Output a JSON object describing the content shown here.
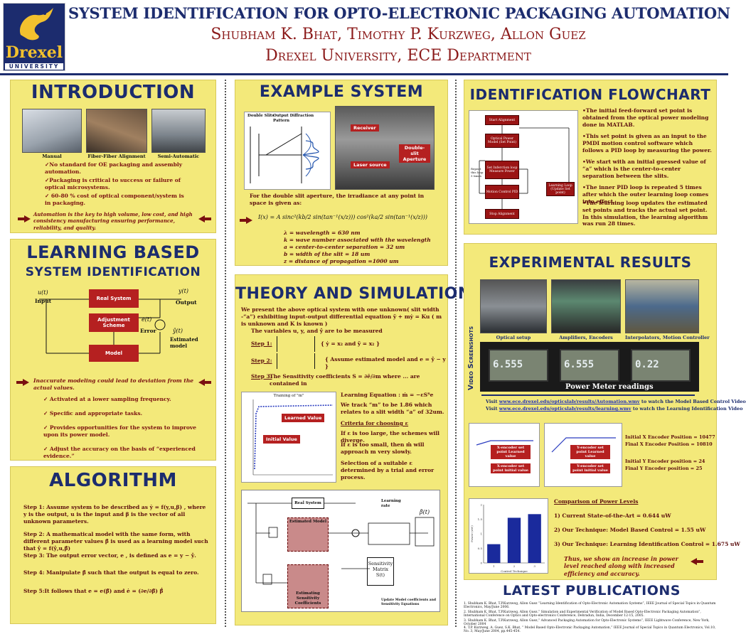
{
  "header": {
    "logo_word": "Drexel",
    "logo_sub": "UNIVERSITY",
    "title": "SYSTEM IDENTIFICATION FOR OPTO-ELECTRONIC PACKAGING AUTOMATION",
    "authors": "Shubham K. Bhat, Timothy P. Kurzweg, Allon Guez",
    "affiliation": "Drexel University, ECE Department"
  },
  "intro": {
    "title": "INTRODUCTION",
    "captions": [
      "Manual",
      "Fiber-Fiber Alignment",
      "Semi-Automatic"
    ],
    "bullets": [
      "✓No standard for OE packaging and assembly automation.",
      "✓Packaging is critical to success or failure of optical microsystems.",
      "✓ 60-80 % cost of optical component/system is in packaging."
    ],
    "note": "Automation is the key to high volume, low cost, and high consistency manufacturing ensuring performance, reliability, and quality."
  },
  "learning": {
    "title1": "LEARNING BASED",
    "title2": "SYSTEM IDENTIFICATION",
    "u_label": "u(t)",
    "input_label": "Input",
    "y_label": "y(t)",
    "output_label": "Output",
    "real_system": "Real System",
    "adjustment": "Adjustment Scheme",
    "e_label": "e(t)",
    "error_label": "Error",
    "yhat_label": "ŷ(t)",
    "estimated_label": "Estimated model",
    "model": "Model",
    "note": "Inaccurate modeling could lead to deviation from the actual values.",
    "bullets": [
      "✓ Activated at a lower sampling frequency.",
      "✓ Specific and appropriate tasks.",
      "✓ Provides opportunities for the system to improve upon its power model.",
      "✓ Adjust the accuracy on the basis of “experienced evidence.”"
    ]
  },
  "algorithm": {
    "title": "ALGORITHM",
    "step1": "Step 1: Assume system to be described as ẏ = f(y,u,β) , where y is the output, u is the input and β is the vector of all unknown parameters.",
    "step2": "Step 2: A mathematical model with the same form, with different parameter values β̂ is used as a learning model such that ŷ = f(ŷ,u,β̂)",
    "step3": "Step 3: The output error vector, e , is defined as e = y − ŷ.",
    "step4": "Step 4: Manipulate β̂ such that the output is equal to zero.",
    "step5": "Step 5:It follows that e = e(β̂) and ė = (∂e/∂β̂) β̂̇"
  },
  "example": {
    "title": "EXAMPLE SYSTEM",
    "fig_labels": [
      "Double Slits",
      "Output Diffraction Pattern"
    ],
    "receiver": "Receiver",
    "aperture": "Double-slit Aperture",
    "laser": "Laser source",
    "desc": "For the double slit aperture, the irradiance at any point in space is given as:",
    "equation": "I(x) = A sinc²(kb/2 sin(tan⁻¹(x/z))) cos²(ka/2 sin(tan⁻¹(x/z)))",
    "params": [
      "λ = wavelength = 630 nm",
      "k = wave number associated with the wavelength",
      "a = center-to-center separation = 32 um",
      "b = width of the slit = 18 um",
      "z = distance of propagation =1000 um"
    ]
  },
  "theory": {
    "title": "THEORY AND SIMULATION",
    "intro": "We present the above optical system with one unknown( slit width -“a”) exhibiting input-output differential equation ÿ + mẏ = Ku ( m is unknown and K is known )",
    "vars": "The variables u, y, and ŷ are to be measured",
    "step1": "Step 1:",
    "step1_eq": "{ ẏ = x₂ and ÿ = x₂ }",
    "step2": "Step 2:",
    "step2_text": "{ Assume estimated model and e = ŷ − y }",
    "step3": "Step 3:",
    "step3_text": "The Sensitivity coefficients S = ∂ê/∂m where ... are contained in",
    "plot_title": "Training of \"m\"",
    "learned": "Learned Value",
    "initial": "Initial Value",
    "eq_learning": "Learning Equation : ṁ = −εSᵀe",
    "track": "We track “m” to be 1.86 which relates to a slit width “a” of 32um.",
    "criteria": "Criteria for choosing ε",
    "crit1": "If ε is too large, the schemes will diverge.",
    "crit2": "If ε is too small, then m̂ will approach m very slowly.",
    "crit3": "Selection of a suitable ε determined by a trial and error process.",
    "diag_real": "Real System",
    "diag_est": "Estimated Model",
    "diag_est_sens": "Estimating Sensitivity Coefficients",
    "diag_sens": "Sensitivity Matrix S(t)",
    "diag_update": "Update Model coefficients and Sensitivity Equations",
    "diag_lr": "Learning rate",
    "diag_beta": "β̂(t)"
  },
  "flowchart": {
    "title": "IDENTIFICATION FLOWCHART",
    "boxes": [
      "Start Alignment",
      "Optical Power Model (Set Point)",
      "Set Inferction loop Measure Power",
      "Motion Control PID",
      "Stop Alignment",
      "Learning Loop (Update Set point)"
    ],
    "repeat": "Repeat this loop 5 times",
    "bullets": [
      "•The initial feed-forward set point is obtained from the optical power modeling done in MATLAB.",
      "•This set point is given as an input to the PMDI motion control software which follows a PID loop by measuring the power.",
      "•We start with an initial guessed value of “a” which is the center-to-center separation between the slits.",
      "•The inner PID loop is repeated 5 times after which the outer learning loop comes into effect.",
      "•The learning loop updates the estimated set points and tracks the actual set point. In this simulation, the learning algorithm was run 28 times."
    ]
  },
  "experimental": {
    "title": "EXPERIMENTAL RESULTS",
    "video_label": "Video Screenshots",
    "captions": [
      "Optical setup",
      "Amplifiers, Encoders",
      "Interpolators, Motion Controller"
    ],
    "meter_label": "Power Meter readings",
    "meter_values": [
      "6.555",
      "6.555",
      "0.22"
    ],
    "visit1_pre": "Visit ",
    "visit1_link": "www.ece.drexel.edu/opticslab/results/Automation.wmv",
    "visit1_post": " to watch the Model Based Control Video",
    "visit2_pre": "Visit ",
    "visit2_link": "www.ece.drexel.edu/opticslab/results/learning.wmv",
    "visit2_post": " to watch the Learning Identification Video",
    "xenc_set": "X-encoder set point Learned value",
    "xenc_init": "X-encoder set point initial value",
    "yenc_set": "Y-encoder set point Learned value",
    "yenc_init": "Y-encoder set point initial value",
    "initx": "Initial X Encoder Position = 10477",
    "finalx": "Final X Encoder Position = 10810",
    "inity": "Initial Y Encoder position = 24",
    "finaly": "Final Y Encoder position = 25",
    "comp_title": "Comparison of Power Levels",
    "comp1": "1) Current State-of-the-Art = 0.644 uW",
    "comp2": "2) Our Technique: Model Based Control = 1.55 uW",
    "comp3": "3) Our Technique: Learning Identification Control = 1.675 uW",
    "conclusion": "Thus, we show an increase in power level reached along with increased efficiency and accuracy."
  },
  "publications": {
    "title": "LATEST PUBLICATIONS",
    "items": [
      "Shubham K. Bhat, T.P.Kurzweg, Allon Guez “Learning Identification of Opto-Electronic Automation Systems”, IEEE Journal of Special Topics in Quantum Electronics, May/June 2006.",
      "Shubham K. Bhat, T.P.Kurzweg, Allon Guez.” Simulation and Experimental Verification of Model Based Opto-Electronic Packaging Automation”, International Conference on Optics and Opto-electronics Conference, Dehradun, India, December 12-15, 2005.",
      "Shubham K. Bhat, T.P.Kurzweg, Allon Guez,” Advanced Packaging Automation for Opto-Electronic Systems”, IEEE Lightwave Conference, New York, October 2004",
      "T.P. Kurzweg, A. Guez, S.K. Bhat, “ Model Based Opto-Electronic Packaging Automation,” IEEE Journal of Special Topics in Quantum Electronics, Vol.10, No. 3, May/June 2004, pp.445-454."
    ]
  },
  "colors": {
    "panel": "#f3e97a",
    "navy": "#1c2c6e",
    "red": "#8b1a1a",
    "boxred": "#b52020"
  },
  "chart_data": {
    "type": "bar",
    "categories": [
      "1",
      "2",
      "3"
    ],
    "values": [
      0.644,
      1.55,
      1.675
    ],
    "title": "",
    "xlabel": "Control Technique",
    "ylabel": "Power (uW)",
    "ylim": [
      0,
      2
    ]
  }
}
